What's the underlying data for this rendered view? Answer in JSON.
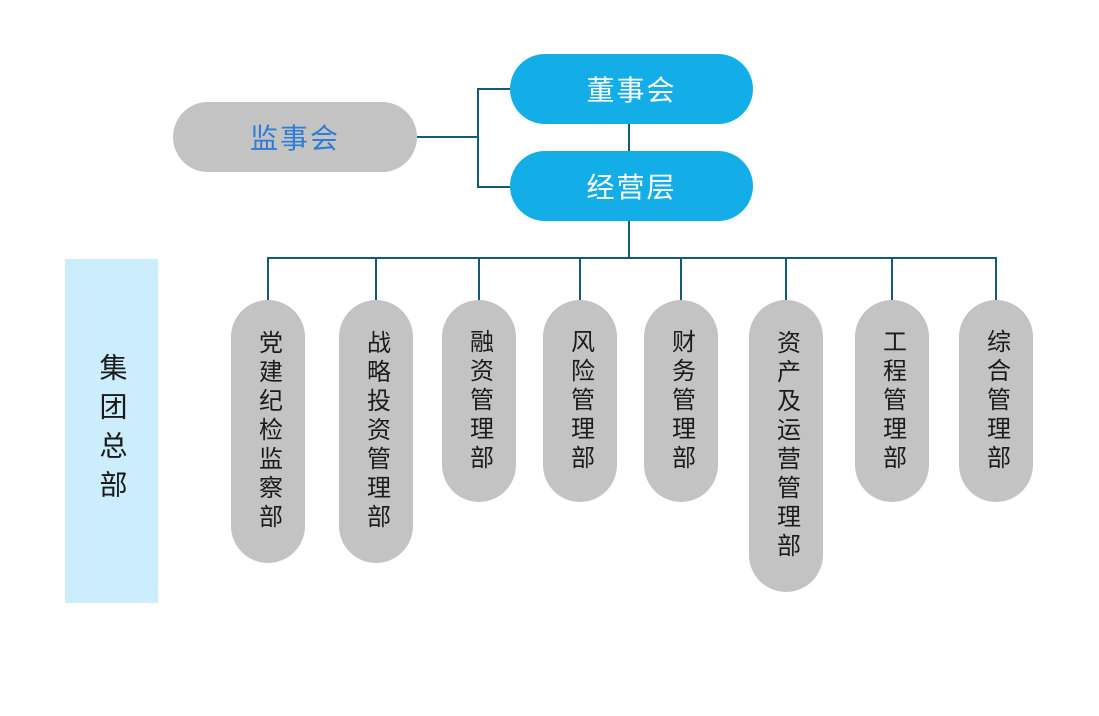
{
  "org_chart": {
    "board": {
      "label": "董事会"
    },
    "management": {
      "label": "经营层"
    },
    "supervisory": {
      "label": "监事会"
    },
    "headquarters": {
      "label": "集团总部"
    },
    "departments": [
      {
        "label": "党建纪检监察部"
      },
      {
        "label": "战略投资管理部"
      },
      {
        "label": "融资管理部"
      },
      {
        "label": "风险管理部"
      },
      {
        "label": "财务管理部"
      },
      {
        "label": "资产及运营管理部"
      },
      {
        "label": "工程管理部"
      },
      {
        "label": "综合管理部"
      }
    ]
  },
  "colors": {
    "node_blue": "#13aee8",
    "node_gray": "#c3c3c3",
    "headquarters_panel_blue": "#cbedfc",
    "connector_line": "#155978",
    "supervisory_text": "#2e7cd6",
    "board_text": "#ffffff",
    "department_text": "#1b1b1b"
  }
}
